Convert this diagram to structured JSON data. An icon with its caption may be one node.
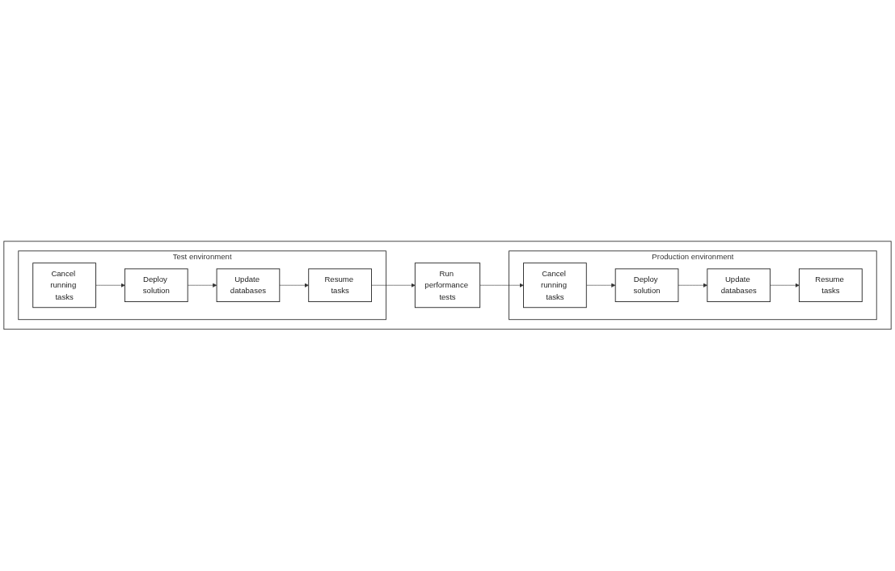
{
  "diagram": {
    "nodes": [
      {
        "text": [],
        "shape": "box"
      },
      {
        "text": [
          "Test environment"
        ],
        "in": 0
      },
      {
        "text": [
          "Cancel running tasks"
        ],
        "in": 1
      },
      {
        "text": [
          "Deploy solution"
        ],
        "in": 1
      },
      {
        "text": [
          "Update databases"
        ],
        "in": 1
      },
      {
        "text": [
          "Resume tasks"
        ],
        "in": 1
      },
      {
        "text": [
          "Run performance tests"
        ],
        "in": 0
      },
      {
        "text": [
          "Production environment"
        ],
        "in": 0
      },
      {
        "text": [
          "Cancel running tasks"
        ],
        "in": 7
      },
      {
        "text": [
          "Deploy solution"
        ],
        "in": 7
      },
      {
        "text": [
          "Update databases"
        ],
        "in": 7
      },
      {
        "text": [
          "Resume tasks"
        ],
        "in": 7
      }
    ],
    "edges": [
      {
        "from": 2,
        "to": 3,
        "arrow": "to"
      },
      {
        "from": 3,
        "to": 4,
        "arrow": "to"
      },
      {
        "from": 4,
        "to": 5,
        "arrow": "to"
      },
      {
        "from": 5,
        "to": 6,
        "arrow": "to"
      },
      {
        "from": 6,
        "to": 8,
        "arrow": "to"
      },
      {
        "from": 8,
        "to": 9,
        "arrow": "to"
      },
      {
        "from": 9,
        "to": 10,
        "arrow": "to"
      },
      {
        "from": 10,
        "to": 11,
        "arrow": "to"
      }
    ]
  }
}
